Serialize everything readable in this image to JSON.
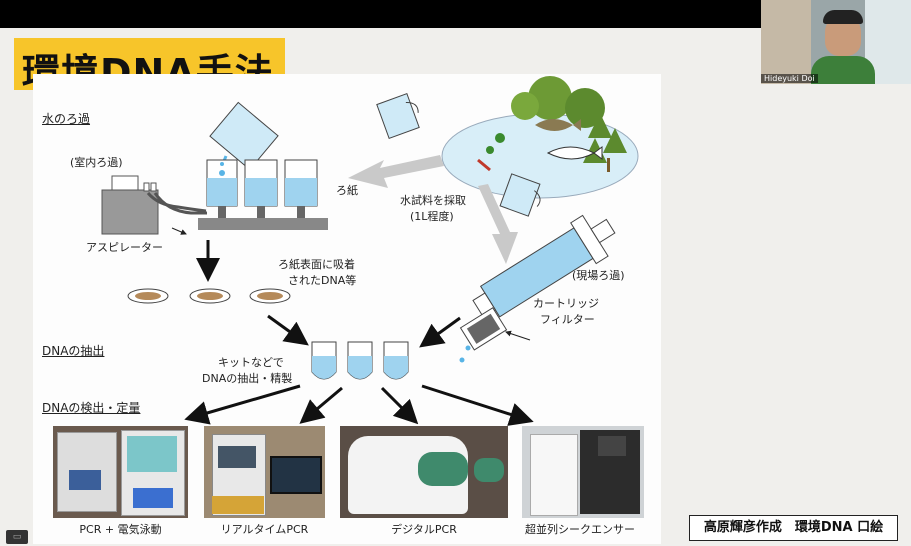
{
  "slide": {
    "title": "環境DNA手法",
    "credit": "高原輝彦作成　環境DNA 口絵"
  },
  "diagram": {
    "sections": {
      "water_filtration": "水のろ過",
      "dna_extraction": "DNAの抽出",
      "dna_detection": "DNAの検出・定量"
    },
    "labels": {
      "indoor_filtration": "(室内ろ過)",
      "filter_paper": "ろ紙",
      "aspirator": "アスピレーター",
      "water_sampling_1": "水試料を採取",
      "water_sampling_2": "(1L程度)",
      "field_filtration": "(現場ろ過)",
      "cartridge_1": "カートリッジ",
      "cartridge_2": "フィルター",
      "adsorbed_1": "ろ紙表面に吸着",
      "adsorbed_2": "されたDNA等",
      "kit_1": "キットなどで",
      "kit_2": "DNAの抽出・精製"
    },
    "methods": [
      {
        "label": "PCR + 電気泳動"
      },
      {
        "label": "リアルタイムPCR"
      },
      {
        "label": "デジタルPCR"
      },
      {
        "label": "超並列シークエンサー"
      }
    ]
  },
  "video": {
    "participant_name": "Hideyuki Doi"
  },
  "colors": {
    "title_bg": "#f7c52a",
    "water_blue": "#9fd3ef",
    "arrow_gray": "#c9c9c9",
    "pond_blue": "#d8eef8",
    "tree_green": "#5c8a2e"
  },
  "icons": [
    "camera-feed",
    "screen-share-icon"
  ]
}
